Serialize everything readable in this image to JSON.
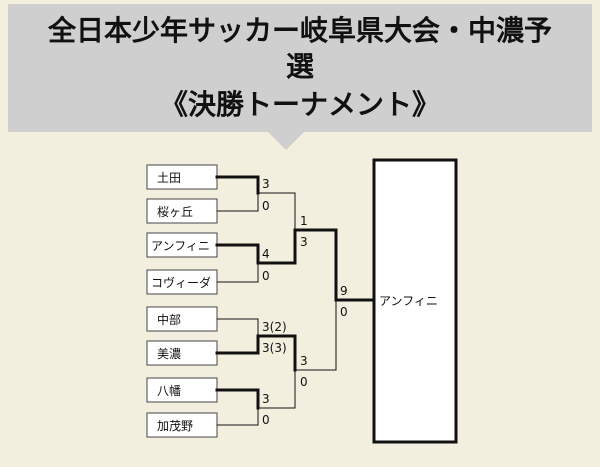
{
  "title": {
    "line1": "全日本少年サッカー岐阜県大会・中濃予",
    "line2": "選",
    "line3": "《決勝トーナメント》"
  },
  "teams": [
    "土田",
    "桜ヶ丘",
    "アンフィニ",
    "コヴィーダ",
    "中部",
    "美濃",
    "八幡",
    "加茂野"
  ],
  "round1": [
    {
      "top_score": "3",
      "bottom_score": "0",
      "winner": "top"
    },
    {
      "top_score": "4",
      "bottom_score": "0",
      "winner": "top"
    },
    {
      "top_score": "3(2)",
      "bottom_score": "3(3)",
      "winner": "bottom"
    },
    {
      "top_score": "3",
      "bottom_score": "0",
      "winner": "top"
    }
  ],
  "round2": [
    {
      "top_score": "1",
      "bottom_score": "3",
      "winner": "bottom"
    },
    {
      "top_score": "3",
      "bottom_score": "0",
      "winner": "top"
    }
  ],
  "final": {
    "top_score": "9",
    "bottom_score": "0",
    "winner": "top"
  },
  "champion": "アンフィニ",
  "colors": {
    "line": "#111111",
    "banner": "#cfcfcf",
    "background": "#f3efdf"
  }
}
